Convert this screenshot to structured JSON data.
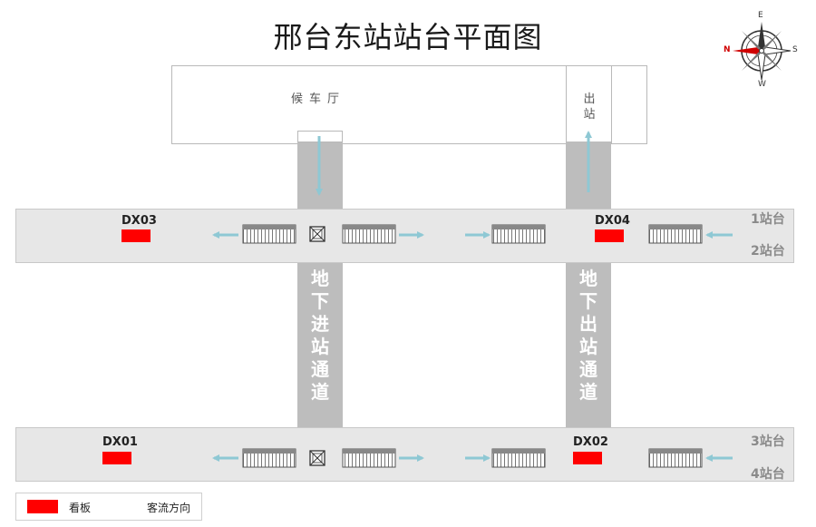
{
  "title": "邢台东站站台平面图",
  "compass": {
    "east": "E",
    "west": "W",
    "north": "N",
    "south": "S"
  },
  "waiting_hall": "候车厅",
  "exit": "出站",
  "corridor_entry": "地下进站通道",
  "corridor_exit": "地下出站通道",
  "platforms": {
    "p1": "1站台",
    "p2": "2站台",
    "p3": "3站台",
    "p4": "4站台"
  },
  "boards": [
    {
      "code": "DX03"
    },
    {
      "code": "DX04"
    },
    {
      "code": "DX01"
    },
    {
      "code": "DX02"
    }
  ],
  "legend": {
    "board": "看板",
    "flow": "客流方向"
  },
  "colors": {
    "board": "#ff0000",
    "flow_arrow": "#8ec8d4",
    "corridor": "#bdbdbd",
    "platform": "#e7e7e7"
  }
}
